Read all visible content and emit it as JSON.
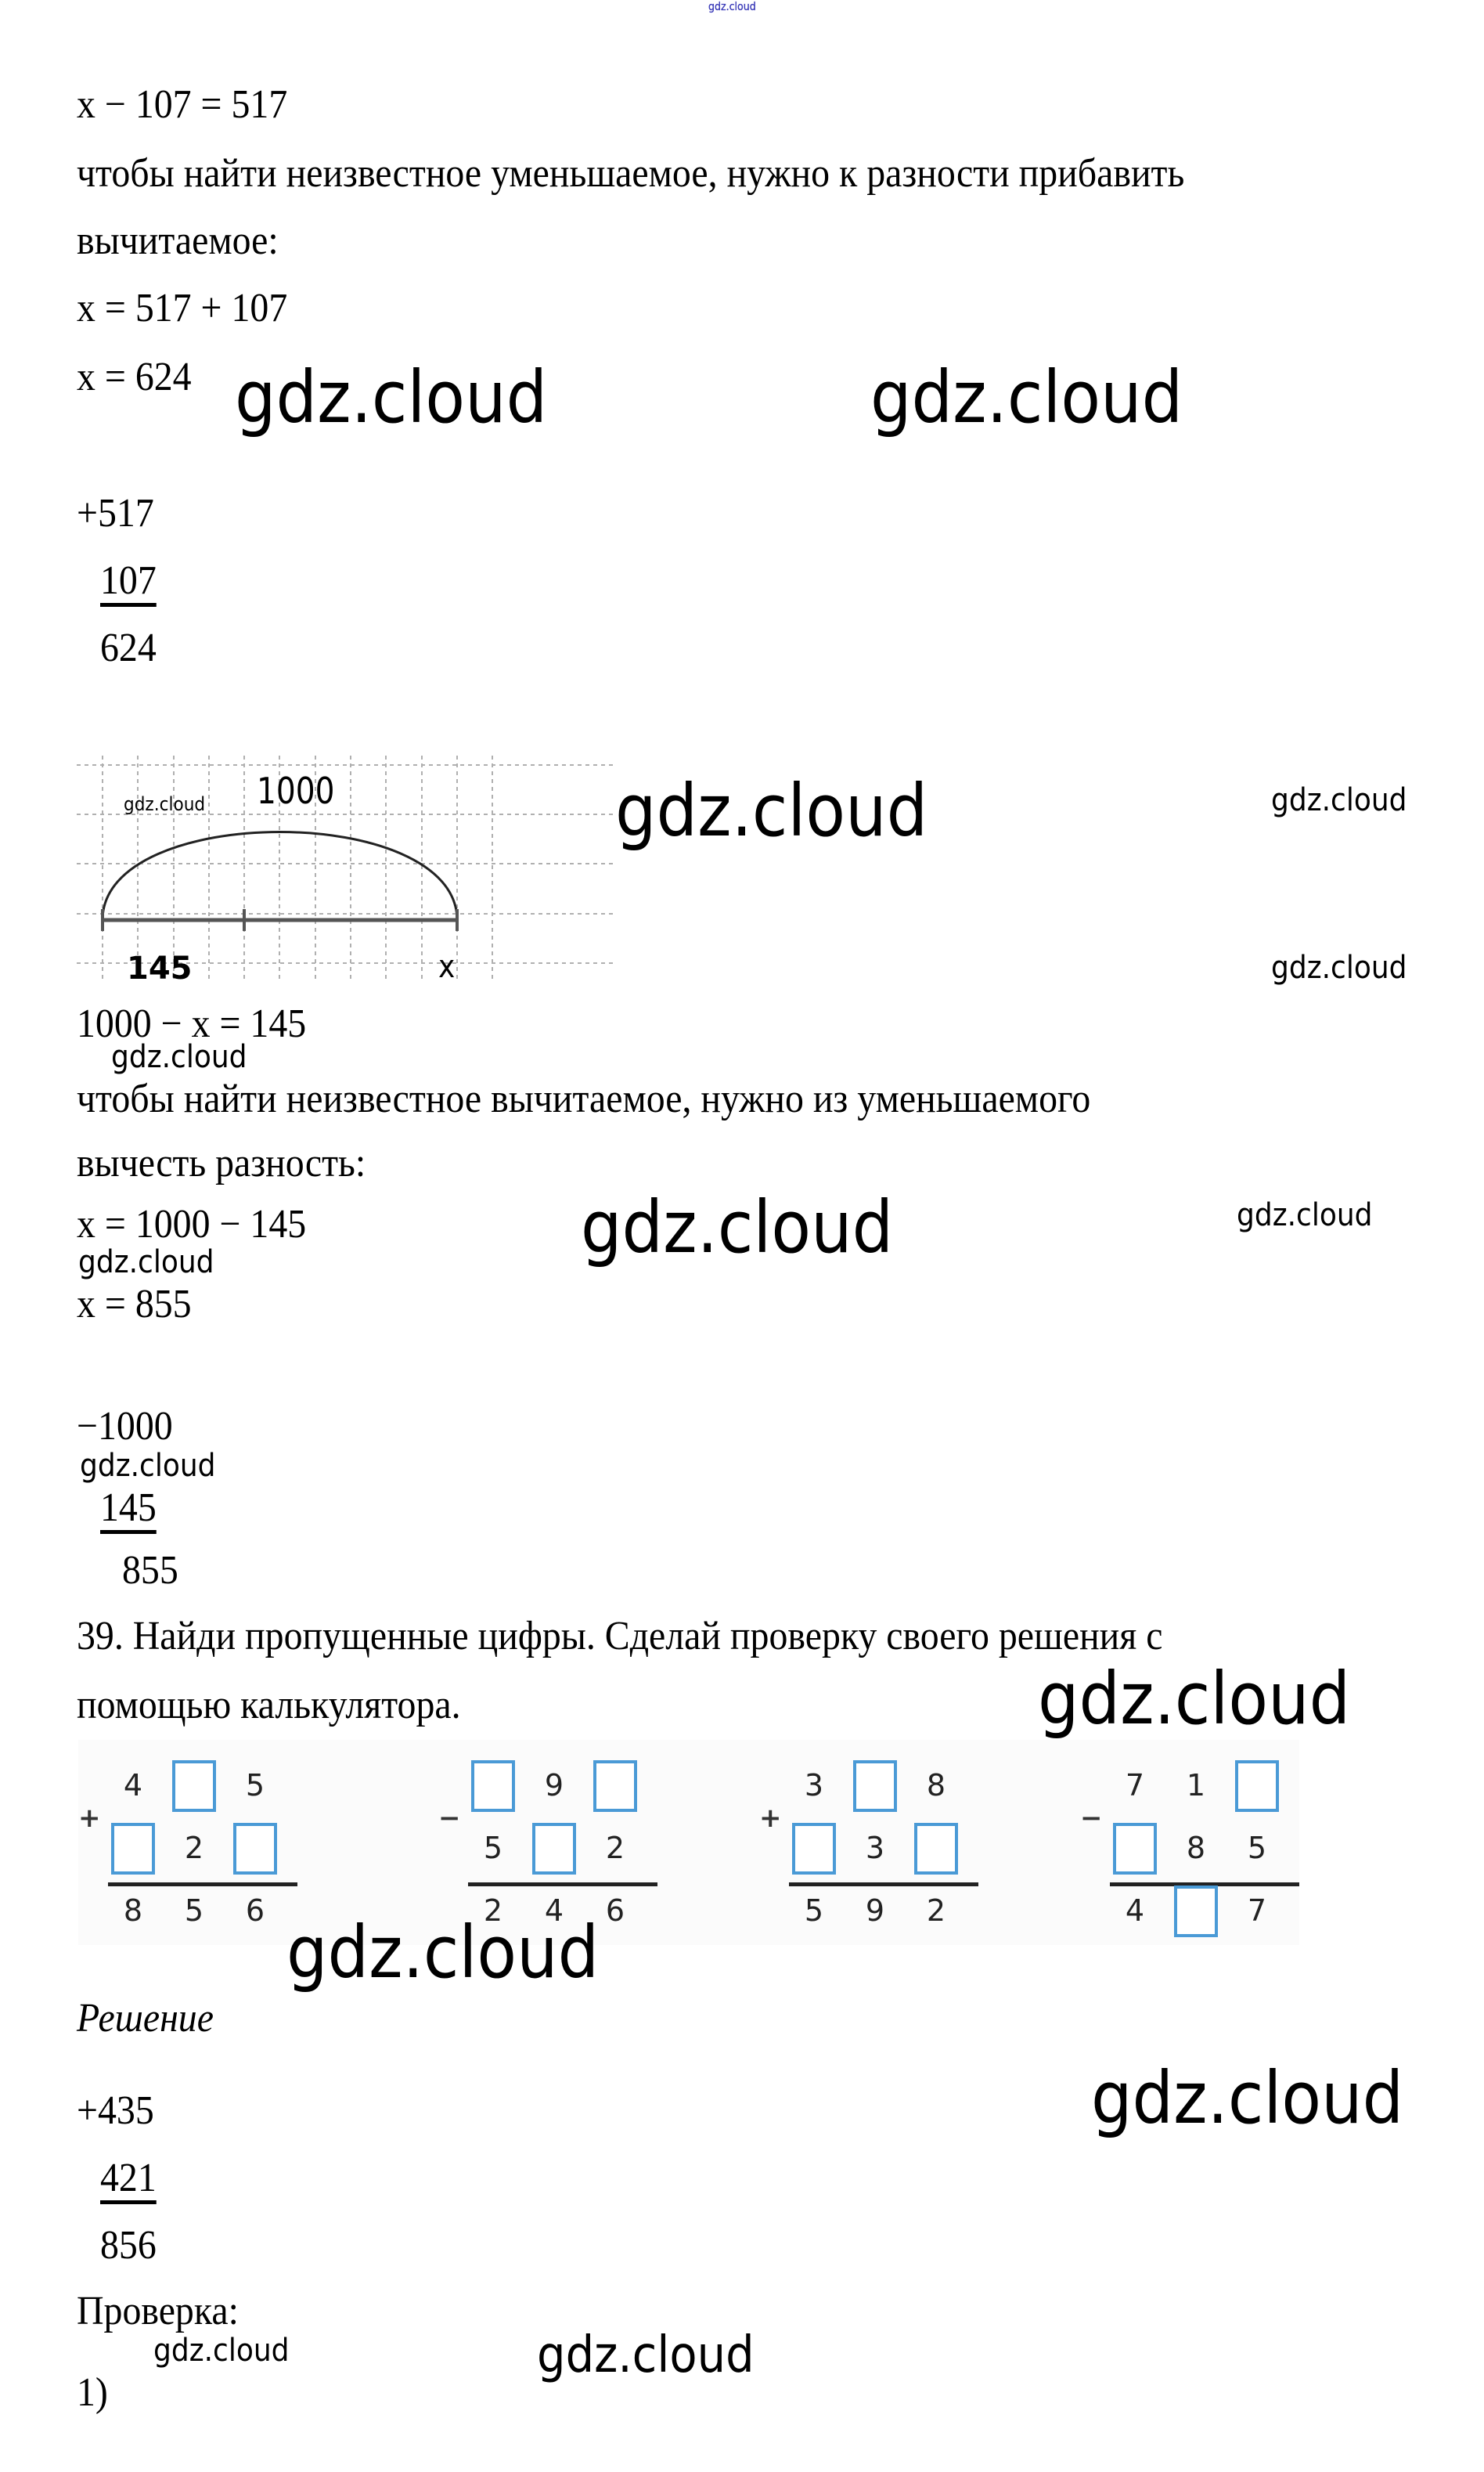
{
  "watermark_text": "gdz.cloud",
  "section1": {
    "eq1": "x − 107 = 517",
    "rule_line1": "чтобы найти неизвестное уменьшаемое, нужно к разности прибавить",
    "rule_line2": "вычитаемое:",
    "eq2": "x = 517 + 107",
    "eq3": "x = 624",
    "column": {
      "top": "+517",
      "mid": "107",
      "result": "624"
    }
  },
  "diagram": {
    "whole_label": "1000",
    "part_label": "145",
    "unknown_label": "x",
    "values": {
      "whole": 1000,
      "part": 145
    }
  },
  "section2": {
    "eq1": "1000 − x = 145",
    "rule_line1": "чтобы найти неизвестное вычитаемое, нужно из уменьшаемого",
    "rule_line2": "вычесть разность:",
    "eq2": "x = 1000 − 145",
    "eq3": "x = 855",
    "column": {
      "top": "−1000",
      "mid": "145",
      "result": "855"
    }
  },
  "task39": {
    "line1": "39. Найди пропущенные цифры.  Сделай проверку своего решения с",
    "line2": "помощью калькулятора.",
    "puzzles": [
      {
        "op": "+",
        "top": [
          "4",
          "",
          "5"
        ],
        "bottom": [
          "",
          "2",
          ""
        ],
        "result": [
          "8",
          "5",
          "6"
        ]
      },
      {
        "op": "−",
        "top": [
          "",
          "9",
          ""
        ],
        "bottom": [
          "5",
          "",
          "2"
        ],
        "result": [
          "2",
          "4",
          "6"
        ]
      },
      {
        "op": "+",
        "top": [
          "3",
          "",
          "8"
        ],
        "bottom": [
          "",
          "3",
          ""
        ],
        "result": [
          "5",
          "9",
          "2"
        ]
      },
      {
        "op": "−",
        "top": [
          "7",
          "1",
          ""
        ],
        "bottom": [
          "",
          "8",
          "5"
        ],
        "result": [
          "4",
          "",
          "7"
        ]
      }
    ],
    "box_color": "#4a9ad6"
  },
  "solution": {
    "heading": "Решение",
    "column": {
      "top": "+435",
      "mid": "421",
      "result": "856"
    },
    "check_label": "Проверка:",
    "item1": "1)"
  }
}
